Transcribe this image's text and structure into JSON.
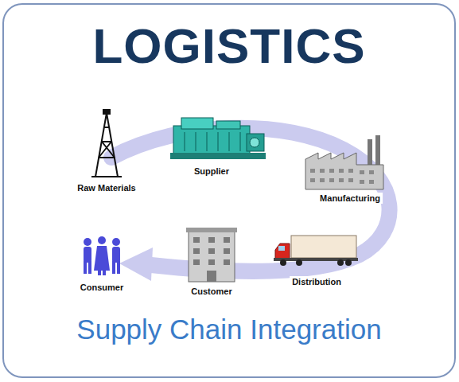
{
  "diagram": {
    "title": "LOGISTICS",
    "caption": "Supply Chain Integration",
    "labels": [
      "Raw Materials",
      "Supplier",
      "Manufacturing",
      "Distribution",
      "Customer",
      "Consumer"
    ]
  }
}
